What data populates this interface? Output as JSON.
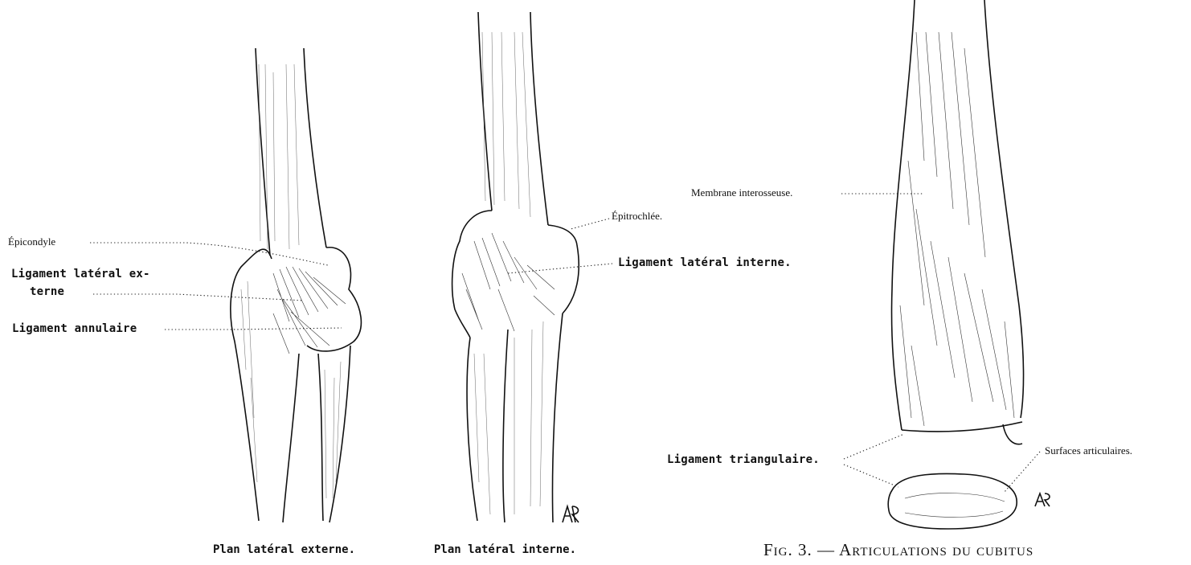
{
  "labels": {
    "epicondyle": "Épicondyle",
    "lat_ext_line1": "Ligament latéral ex-",
    "lat_ext_line2": "terne",
    "annulaire": "Ligament annulaire",
    "epitrochlee": "Épitrochlée.",
    "lat_int": "Ligament latéral interne.",
    "membrane": "Membrane interosseuse.",
    "triangulaire": "Ligament triangulaire.",
    "surfaces": "Surfaces articulaires."
  },
  "captions": {
    "external": "Plan latéral externe.",
    "internal": "Plan latéral interne.",
    "figure": "Fig. 3. — Articulations du cubitus"
  },
  "style": {
    "ink": "#111111",
    "paper": "#ffffff"
  }
}
